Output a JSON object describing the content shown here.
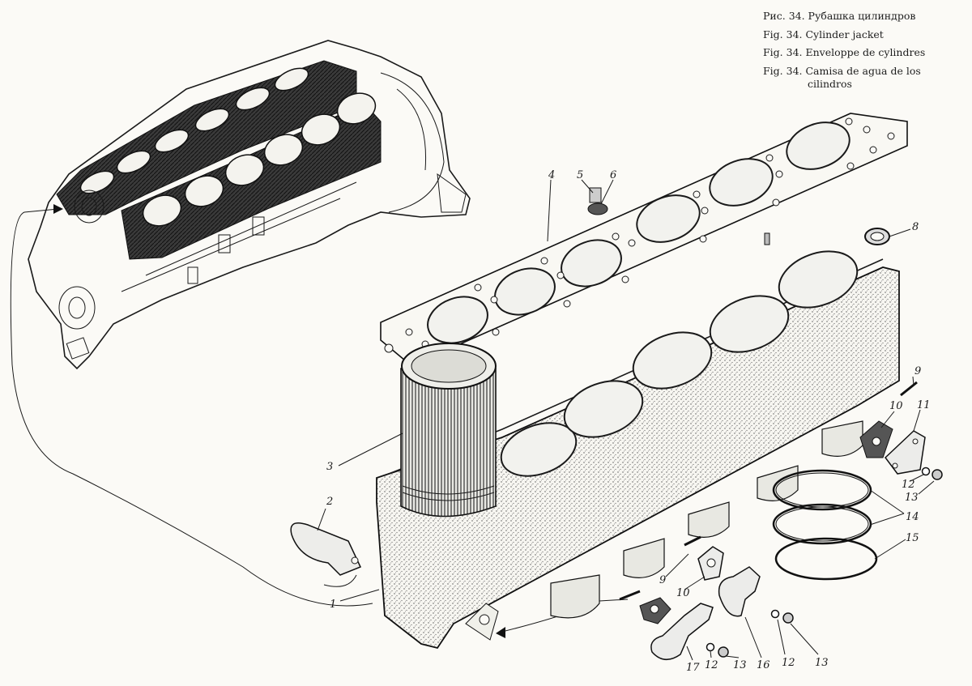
{
  "captions": [
    "Рис. 34. Рубашка цилиндров",
    "Fig. 34. Cylinder jacket",
    "Fig. 34. Enveloppe de cylindres",
    "Fig. 34. Camisa de agua de los",
    "cilindros"
  ],
  "callouts": {
    "c1": "1",
    "c2": "2",
    "c3": "3",
    "c4": "4",
    "c5": "5",
    "c6": "6",
    "c8": "8",
    "c9a": "9",
    "c9b": "9",
    "c10a": "10",
    "c10b": "10",
    "c11": "11",
    "c12a": "12",
    "c12b": "12",
    "c12c": "12",
    "c13a": "13",
    "c13b": "13",
    "c13c": "13",
    "c14": "14",
    "c15": "15",
    "c16": "16",
    "c17": "17"
  }
}
